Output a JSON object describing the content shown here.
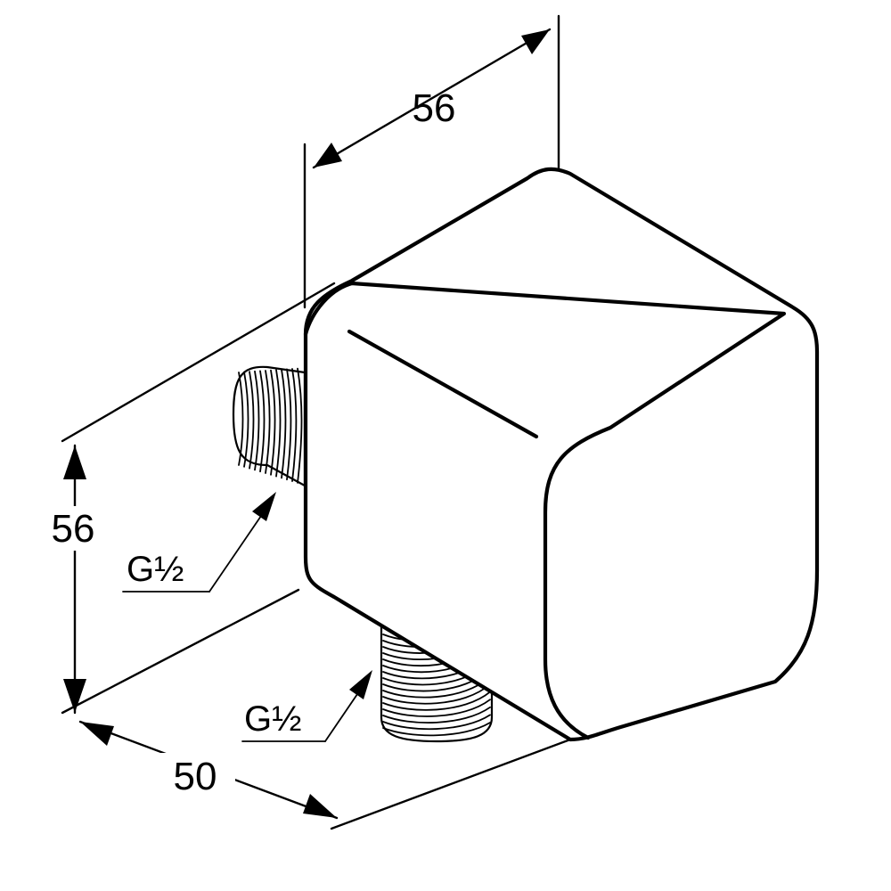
{
  "dimensions": {
    "top_width": "56",
    "height": "56",
    "depth": "50"
  },
  "threads": {
    "side_outlet": "G½",
    "bottom_outlet": "G½"
  },
  "colors": {
    "line": "#000000",
    "background": "#ffffff"
  }
}
